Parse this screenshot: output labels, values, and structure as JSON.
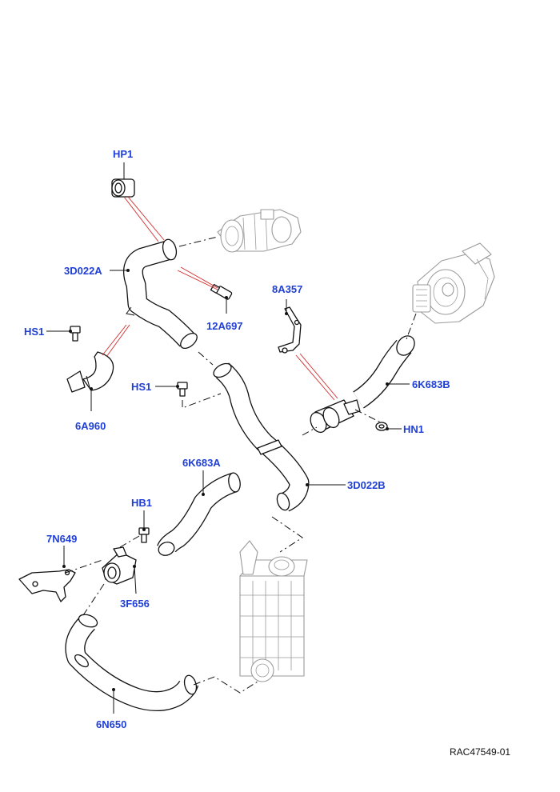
{
  "labels": {
    "hp1": "HP1",
    "hose_3d022a": "3D022A",
    "sensor_12a697": "12A697",
    "bracket_8a357": "8A357",
    "hs1_left": "HS1",
    "clamp_6a960": "6A960",
    "hs1_center": "HS1",
    "hose_6k683b": "6K683B",
    "hn1": "HN1",
    "hose_6k683a": "6K683A",
    "hose_3d022b": "3D022B",
    "hb1": "HB1",
    "bracket_7n649": "7N649",
    "connector_3f656": "3F656",
    "hose_6n650": "6N650"
  },
  "reference": "RAC47549-01"
}
